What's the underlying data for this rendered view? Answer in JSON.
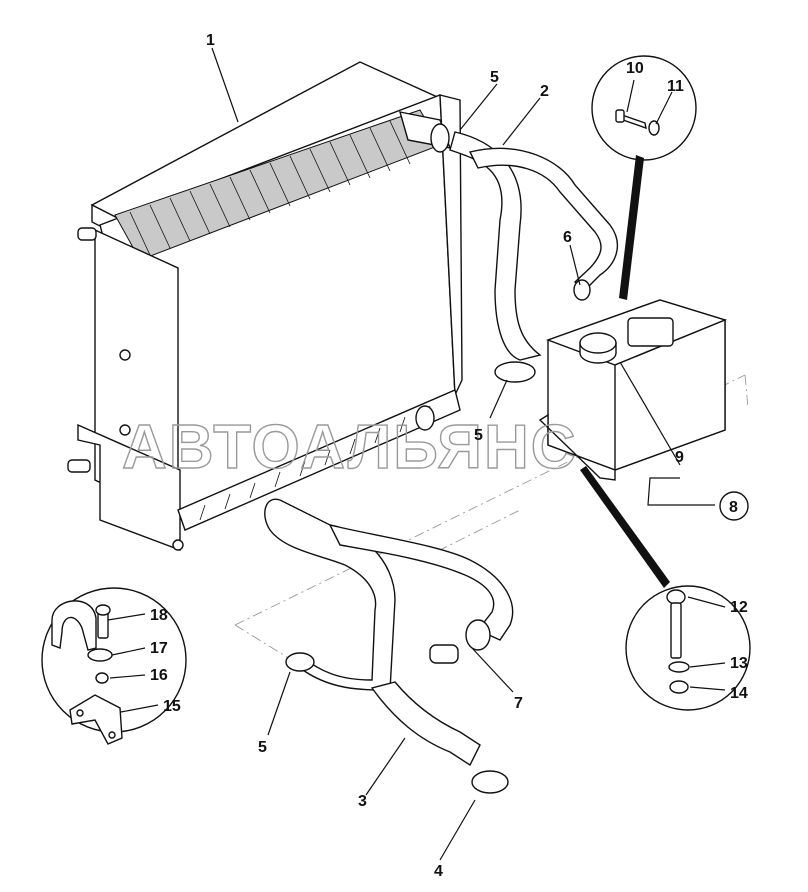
{
  "watermark": "АВТОАЛЬЯНС",
  "callouts": {
    "c1": "1",
    "c2": "2",
    "c3": "3",
    "c4": "4",
    "c5a": "5",
    "c5b": "5",
    "c5c": "5",
    "c6": "6",
    "c7": "7",
    "c8": "8",
    "c9": "9",
    "c10": "10",
    "c11": "11",
    "c12": "12",
    "c13": "13",
    "c14": "14",
    "c15": "15",
    "c16": "16",
    "c17": "17",
    "c18": "18"
  }
}
